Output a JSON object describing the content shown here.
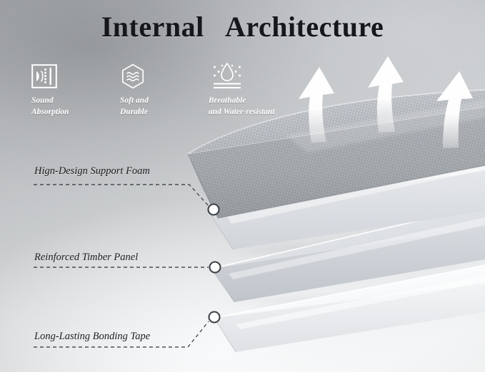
{
  "page": {
    "title": "Internal   Architecture",
    "background_color": "#c6c9cb",
    "accent_text_color": "#ffffff",
    "callout_text_color": "#1b1d20"
  },
  "features": [
    {
      "icon": "sound-absorption-icon",
      "label": "Sound\nAbsorption"
    },
    {
      "icon": "soft-durable-hexagon-waves-icon",
      "label": "Soft and\nDurable"
    },
    {
      "icon": "breathable-water-resistant-droplet-icon",
      "label": "Breathable\nand Water-resistant"
    }
  ],
  "callouts": [
    {
      "label": "Hign-Design Support Foam",
      "marker": "layer-marker-foam"
    },
    {
      "label": "Reinforced Timber Panel",
      "marker": "layer-marker-timber"
    },
    {
      "label": "Long-Lasting Bonding Tape",
      "marker": "layer-marker-tape"
    }
  ],
  "product": {
    "airflow_arrows": 3,
    "layers": [
      {
        "name": "fabric-cushion-top",
        "color": "#b5b9bd"
      },
      {
        "name": "support-foam-layer",
        "color": "#f2f3f5"
      },
      {
        "name": "timber-panel-layer",
        "color": "#dfe2e6"
      },
      {
        "name": "bonding-tape-layer",
        "color": "#fbfcfd"
      }
    ]
  }
}
